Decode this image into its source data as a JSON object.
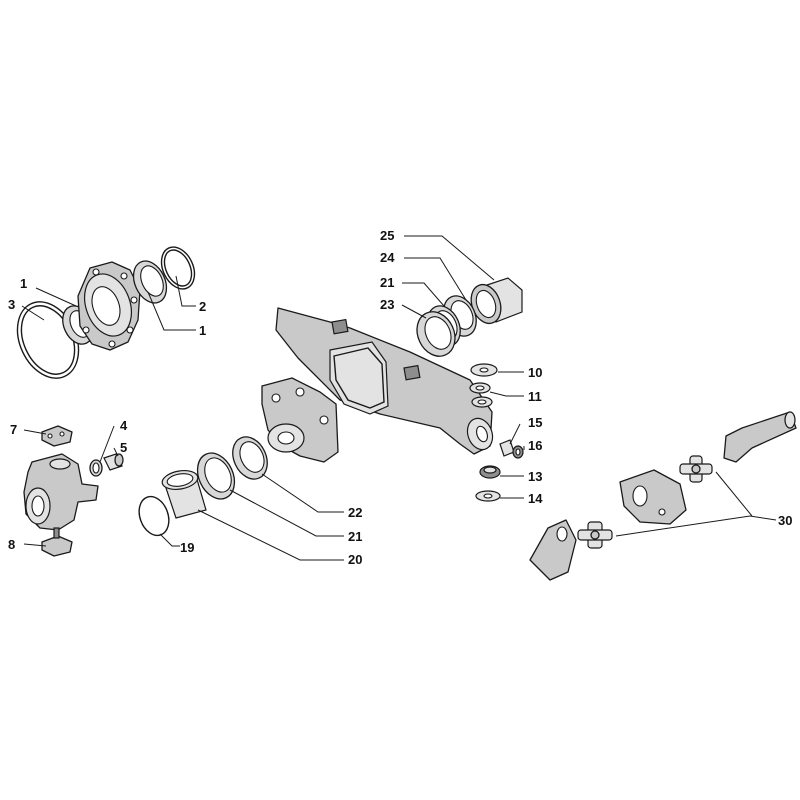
{
  "diagram": {
    "callouts": {
      "c1a": "1",
      "c1b": "1",
      "c2": "2",
      "c3": "3",
      "c4": "4",
      "c5": "5",
      "c7": "7",
      "c8": "8",
      "c10": "10",
      "c11": "11",
      "c13": "13",
      "c14": "14",
      "c15": "15",
      "c16": "16",
      "c19": "19",
      "c20": "20",
      "c21a": "21",
      "c21b": "21",
      "c22": "22",
      "c23": "23",
      "c24": "24",
      "c25": "25",
      "c30": "30"
    }
  },
  "colors": {
    "line": "#1a1a1a",
    "part_fill": "#c9c9c9",
    "background": "#ffffff"
  }
}
